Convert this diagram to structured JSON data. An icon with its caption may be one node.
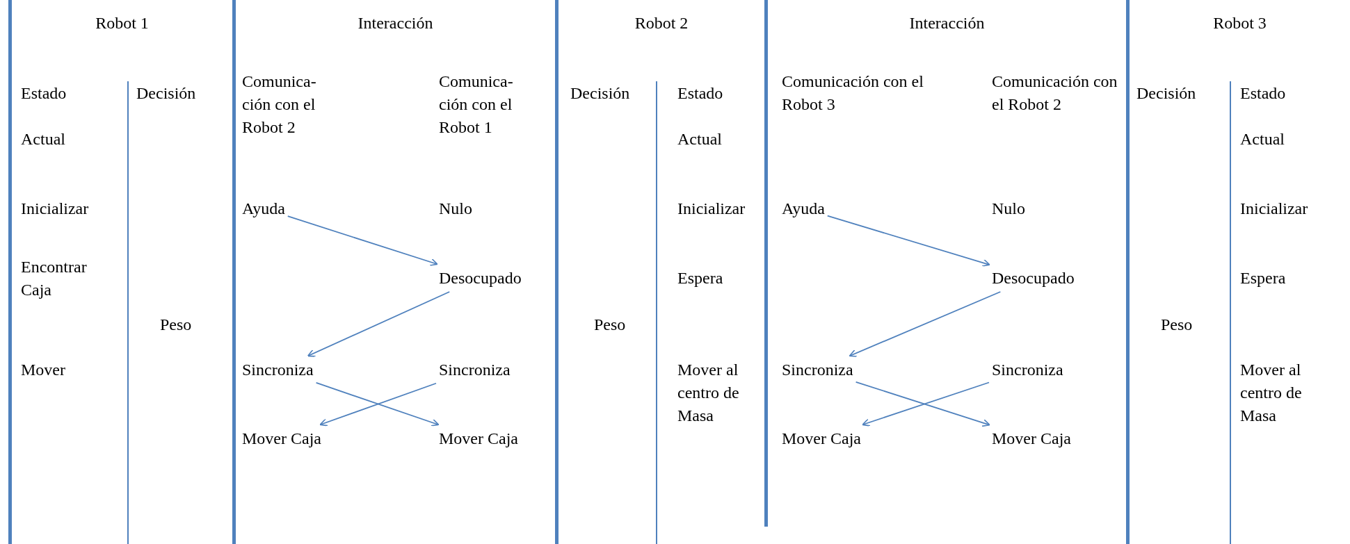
{
  "diagram": {
    "nodes": [
      {
        "text": [
          "Robot 1"
        ]
      },
      {
        "text": [
          "Interacción"
        ]
      },
      {
        "text": [
          "Ayuda"
        ],
        "in": 1
      },
      {
        "text": [
          "Desocupado"
        ],
        "in": 1
      },
      {
        "text": [
          "Sincroniza"
        ],
        "in": 1
      },
      {
        "text": [
          "Sincroniza"
        ],
        "in": 1
      },
      {
        "text": [
          "Mover Caja"
        ],
        "in": 1
      },
      {
        "text": [
          "Mover Caja"
        ],
        "in": 1
      },
      {
        "text": [
          "Robot 2"
        ]
      },
      {
        "text": [
          "Interacción"
        ]
      },
      {
        "text": [
          "Ayuda"
        ],
        "in": 9
      },
      {
        "text": [
          "Desocupado"
        ],
        "in": 9
      },
      {
        "text": [
          "Sincroniza"
        ],
        "in": 9
      },
      {
        "text": [
          "Sincroniza"
        ],
        "in": 9
      },
      {
        "text": [
          "Mover Caja"
        ],
        "in": 9
      },
      {
        "text": [
          "Mover Caja"
        ],
        "in": 9
      },
      {
        "text": [
          "Robot 3"
        ]
      }
    ],
    "edges": [
      {
        "from": 2,
        "to": 3,
        "arrow": "to"
      },
      {
        "from": 3,
        "to": 4,
        "arrow": "to"
      },
      {
        "from": 4,
        "to": 7,
        "arrow": "to"
      },
      {
        "from": 5,
        "to": 6,
        "arrow": "to"
      },
      {
        "from": 10,
        "to": 11,
        "arrow": "to"
      },
      {
        "from": 11,
        "to": 12,
        "arrow": "to"
      },
      {
        "from": 12,
        "to": 15,
        "arrow": "to"
      },
      {
        "from": 13,
        "to": 14,
        "arrow": "to"
      }
    ],
    "labels": [
      "Estado Actual",
      "Inicializar",
      "Encontrar Caja",
      "Mover",
      "Decisión",
      "Peso",
      "Comunica- ción con el Robot 2",
      "Comunica- ción con el Robot 1",
      "Nulo",
      "Decisión",
      "Peso",
      "Estado Actual",
      "Inicializar",
      "Espera",
      "Mover al centro de Masa",
      "Comunicación con el Robot 3",
      "Comunicación con el Robot 2",
      "Nulo",
      "Decisión",
      "Peso",
      "Estado Actual",
      "Inicializar",
      "Espera",
      "Mover al centro de Masa"
    ]
  }
}
